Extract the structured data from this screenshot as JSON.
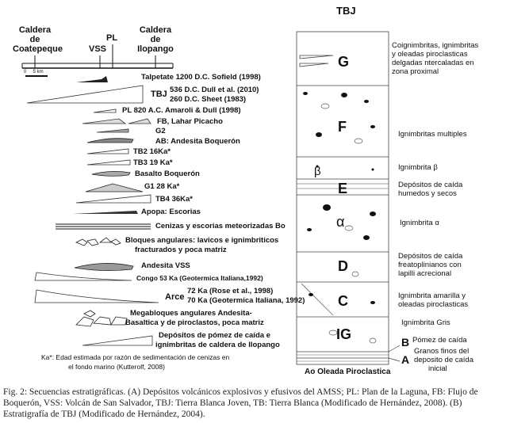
{
  "header": {
    "caldera_coatepeque": "Caldera\nde\nCoatepeque",
    "vss": "VSS",
    "pl": "PL",
    "caldera_ilopango": "Caldera\nde\nIlopango",
    "scale": "0     5 km",
    "tbj_title": "TBJ"
  },
  "units_left": [
    "Talpetate 1200 D.C. Sofield (1998)",
    "TBJ",
    "536 D.C. Dull et al. (2010)",
    "260 D.C. Sheet (1983)",
    "PL 820 A.C. Amaroli & Dull (1998)",
    "FB, Lahar Picacho",
    "G2",
    "AB: Andesita Boquerón",
    "TB2  16Ka*",
    "TB3  19 Ka*",
    "Basalto Boquerón",
    "G1  28 Ka*",
    "TB4  36Ka*",
    "Apopa: Escorias",
    "Cenizas y escorias meteorizadas Bo",
    "Bloques angulares: lavicos e ignimbriticos",
    "fracturados y poca matriz",
    "Andesita VSS",
    "Congo 53 Ka (Geotermica Italiana,1992)",
    "Arce",
    "72 Ka (Rose et al., 1998)",
    "70 Ka (Geotermica Italiana, 1992)",
    "Megabloques angulares Andesita-",
    "Basaltica y de piroclastos, poca matriz",
    "Depósitos de pómez de caída e",
    "ignimbritas de caldera de Ilopango"
  ],
  "footnote": [
    "Ka*: Edad estimada por razón de sedimentación de cenizas en",
    "el fondo marino (Kutterolf, 2008)"
  ],
  "column_letters": [
    "G",
    "F",
    "β",
    "E",
    "α",
    "D",
    "C",
    "IG",
    "B",
    "A"
  ],
  "column_bottom": "Ao Oleada Piroclastica",
  "units_right": [
    "Coignimbritas, ignimbritas",
    "y oleadas piroclasticas",
    "delgadas ntercaladas en",
    "zona proximal",
    "Ignimbritas multiples",
    "Ignimbrita β",
    "Depósitos de caída",
    "humedos y secos",
    "Ignimbrita α",
    "Depósitos de caída",
    "freatoplinianos con",
    "lapilli acrecional",
    "Ignimbrita amarilla y",
    "oleadas piroclasticas",
    "Ignimbrita Gris",
    "Pómez de caída",
    "Granos finos del",
    "deposito de caída",
    "inicial"
  ],
  "caption": "Fig. 2: Secuencias estratigráficas. (A) Depósitos volcánicos explosivos y efusivos del AMSS; PL: Plan de la Laguna, FB: Flujo de Boquerón, VSS: Volcán de San Salvador, TBJ: Tierra Blanca Joven, TB: Tierra Blanca (Modificado de Hernández, 2008). (B) Estratigrafía de TBJ (Modificado de Hernández, 2004)."
}
